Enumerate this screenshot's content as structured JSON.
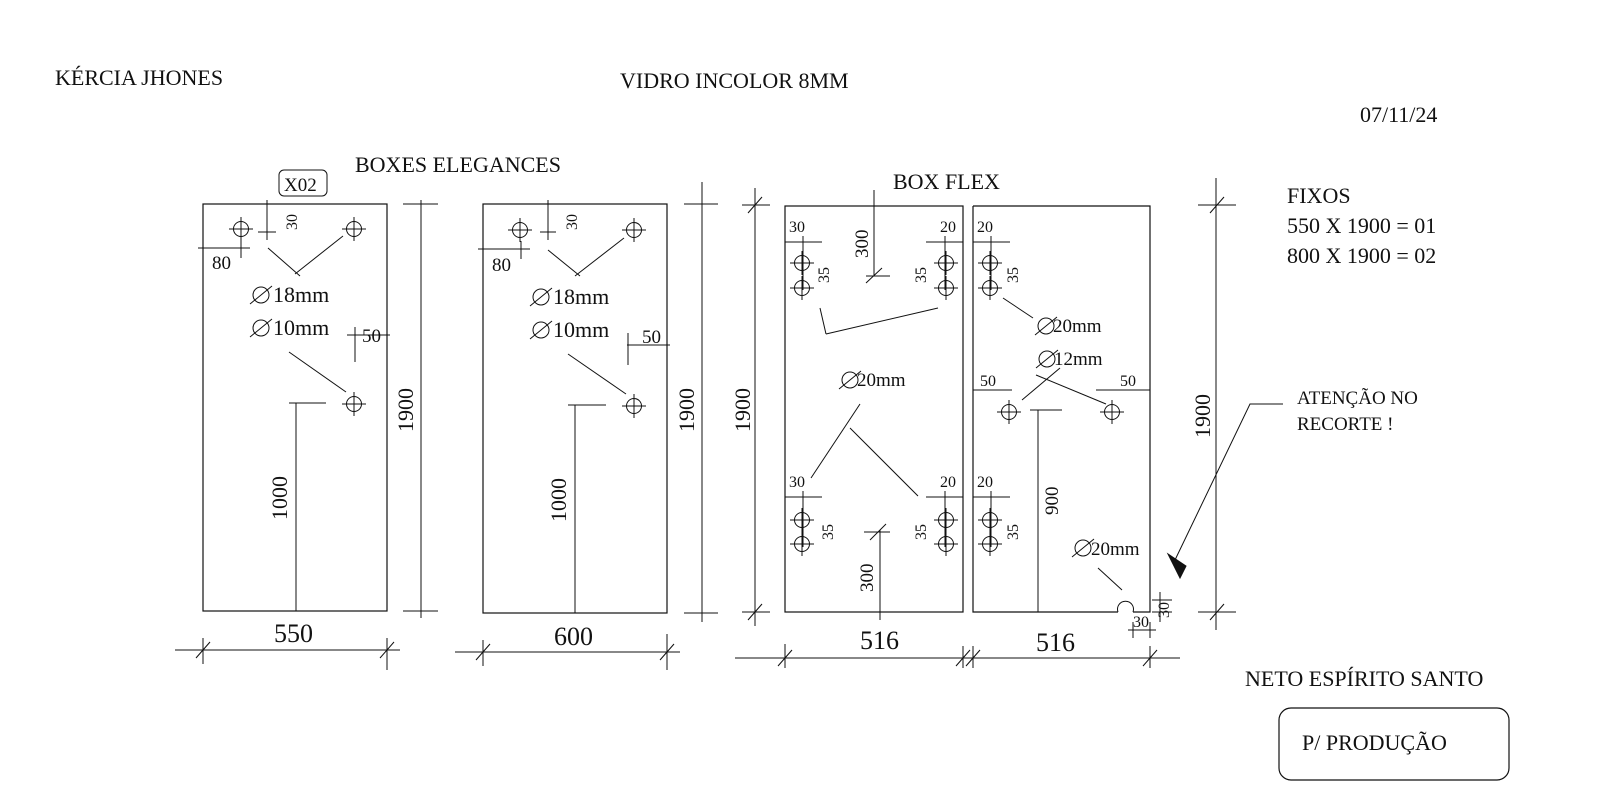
{
  "header": {
    "client": "KÉRCIA JHONES",
    "material": "VIDRO INCOLOR 8MM",
    "date": "07/11/24"
  },
  "boxes_elegances": {
    "title": "BOXES  ELEGANCES",
    "tag": "X02",
    "panel1": {
      "width_label": "550",
      "height_label": "1900",
      "edge_top": "30",
      "edge_left": "80",
      "edge_right": "50",
      "offset_vertical": "1000",
      "hole_large": "18mm",
      "hole_small": "10mm"
    },
    "panel2": {
      "width_label": "600",
      "height_label": "1900",
      "edge_top": "30",
      "edge_left": "80",
      "edge_right": "50",
      "offset_vertical": "1000",
      "hole_large": "18mm",
      "hole_small": "10mm"
    }
  },
  "box_flex": {
    "title": "BOX FLEX",
    "height_left": "1900",
    "height_right": "1900",
    "panel_left": {
      "width_label": "516",
      "top_depth": "300",
      "bottom_depth": "300",
      "edge_tl": "30",
      "edge_tr": "20",
      "edge_bl": "30",
      "edge_br": "20",
      "spacing": "35",
      "hole": "20mm"
    },
    "panel_right": {
      "width_label": "516",
      "edge_tl": "20",
      "edge_bl": "20",
      "spacing": "35",
      "edge_side_left": "50",
      "edge_side_right": "50",
      "vertical": "900",
      "hole_top": "20mm",
      "hole_mid": "12mm",
      "hole_corner": "20mm",
      "corner_x": "30",
      "corner_y": "30"
    }
  },
  "fixos": {
    "title": "FIXOS",
    "lines": [
      "550 X 1900 = 01",
      "800 X 1900 = 02"
    ]
  },
  "warning": {
    "line1": "ATENÇÃO NO",
    "line2": "RECORTE !"
  },
  "signature": "NETO ESPÍRITO SANTO",
  "stamp": "P/ PRODUÇÃO",
  "symbols": {
    "diameter": "diameter-icon",
    "crosshair": "hole-crosshair-icon"
  }
}
